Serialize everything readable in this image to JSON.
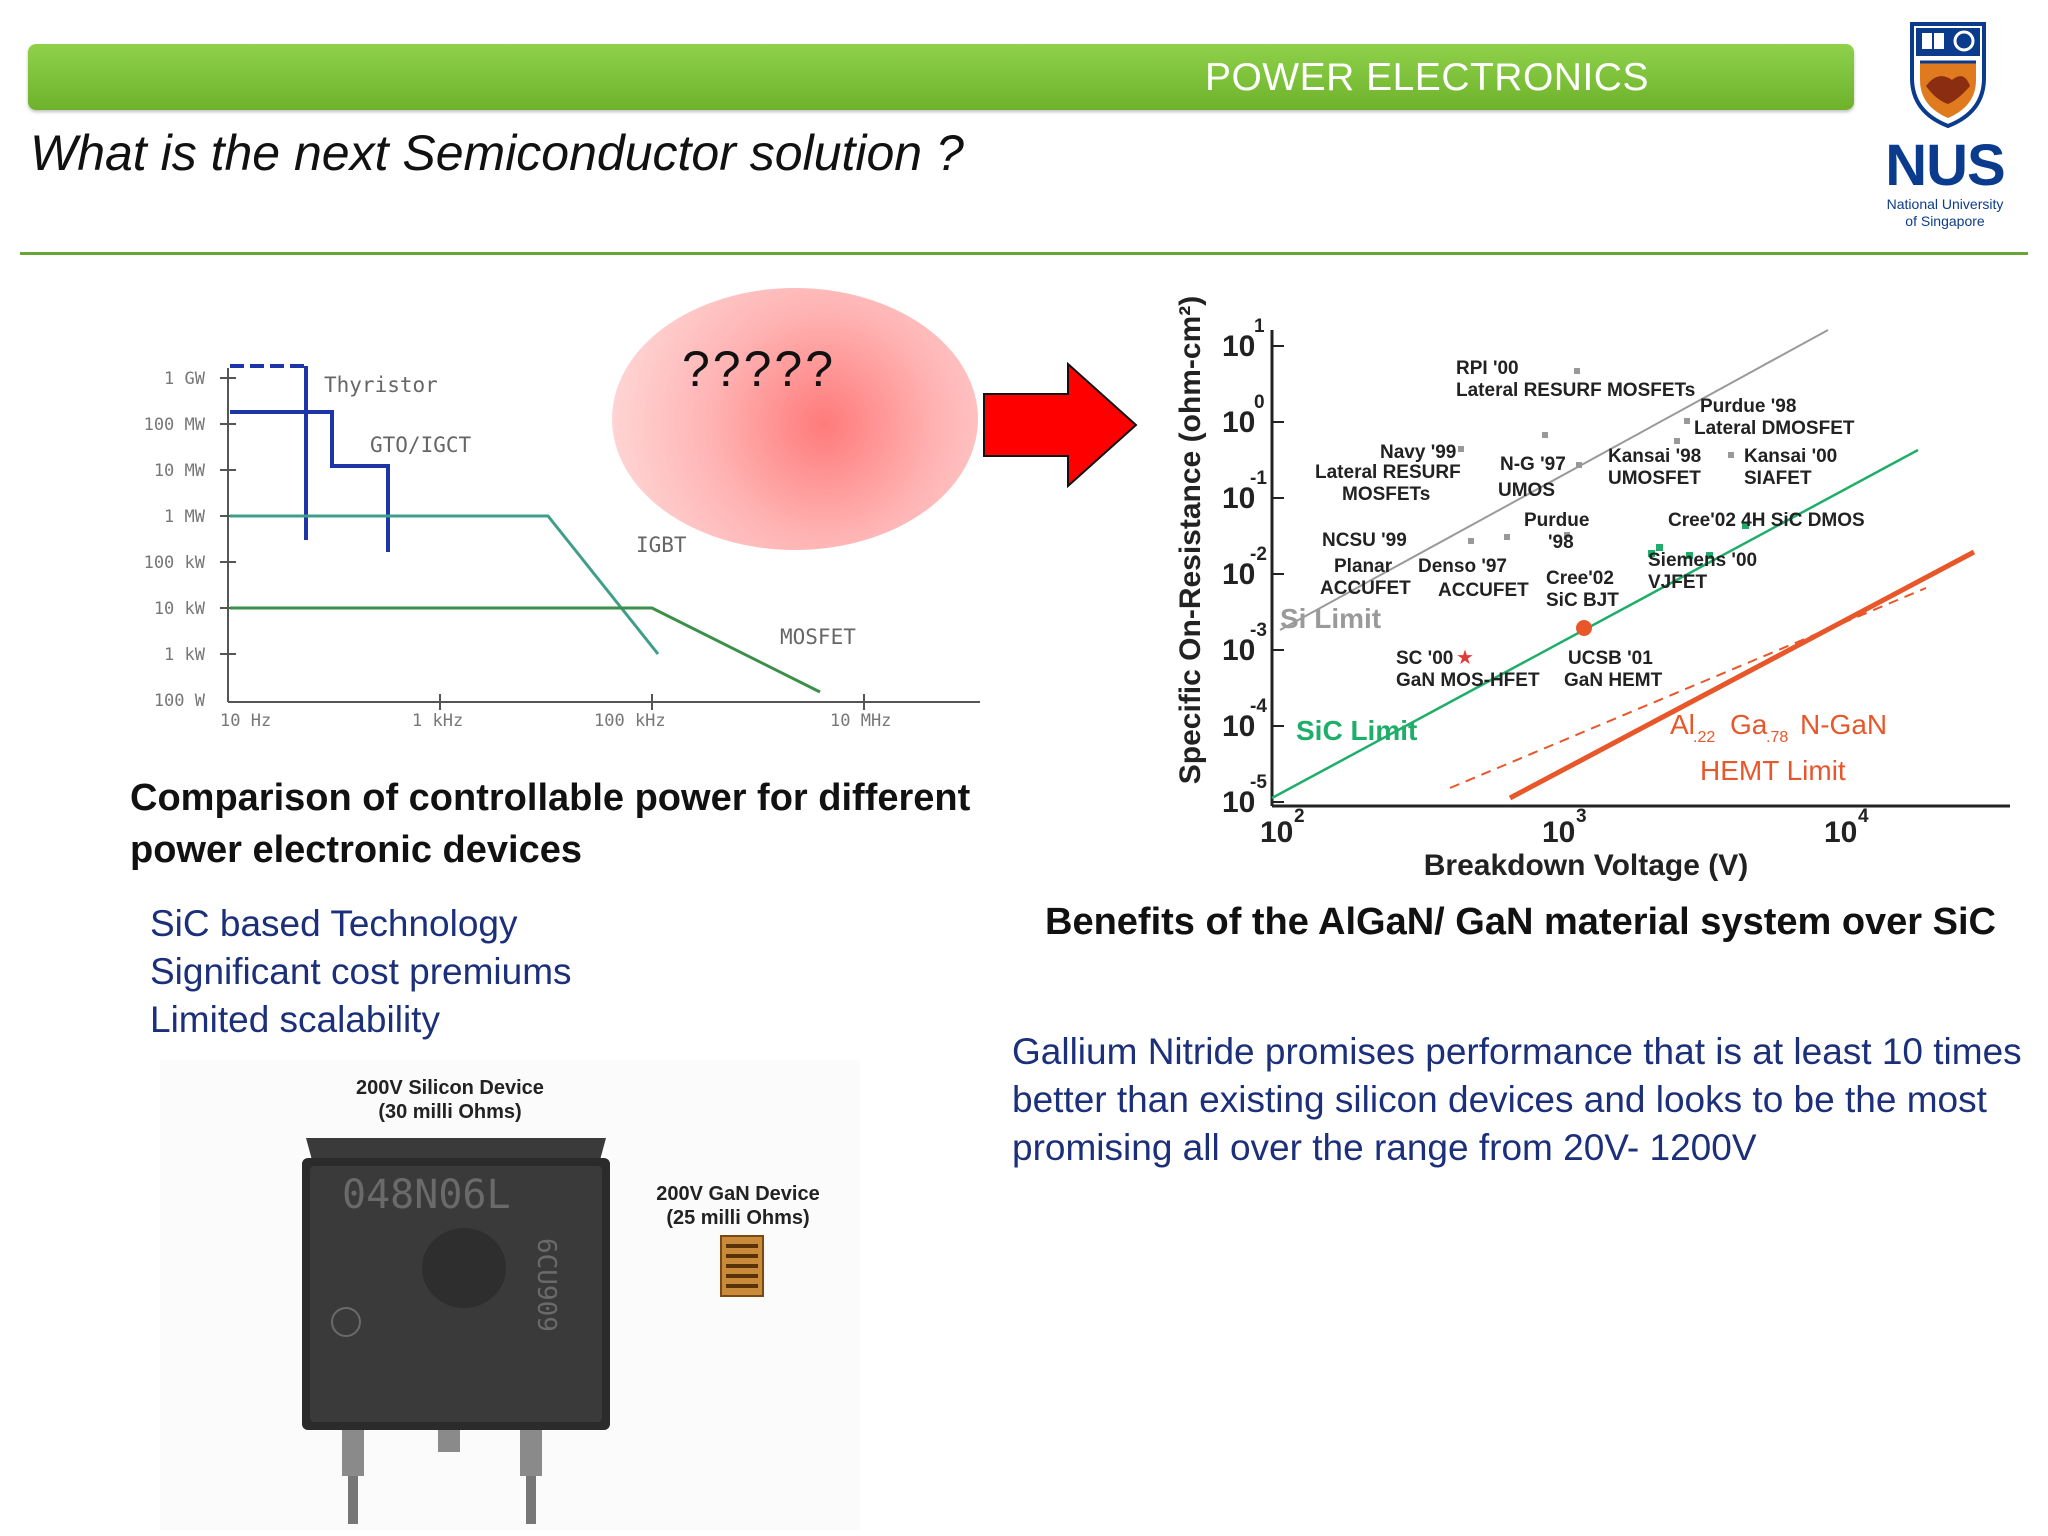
{
  "header": {
    "band_title": "POWER ELECTRONICS"
  },
  "slide": {
    "title": "What is the next Semiconductor solution ?"
  },
  "logo": {
    "wordmark": "NUS",
    "subtitle_line1": "National University",
    "subtitle_line2": "of Singapore"
  },
  "bubble": {
    "text": "?????"
  },
  "colors": {
    "band_green": "#7cc23a",
    "divider_green": "#6aa637",
    "text_blue": "#1b2f7a",
    "arrow_red": "#ff0000",
    "sic_green": "#1fae6a",
    "gan_orange": "#e8572a"
  },
  "left_chart": {
    "y_ticks": [
      "1 GW",
      "100 MW",
      "10 MW",
      "1 MW",
      "100 kW",
      "10 kW",
      "1 kW",
      "100 W"
    ],
    "x_ticks": [
      "10 Hz",
      "1 kHz",
      "100 kHz",
      "10 MHz"
    ],
    "devices": [
      "Thyristor",
      "GTO/IGCT",
      "IGBT",
      "MOSFET"
    ],
    "caption": "Comparison of controllable power for different power electronic devices"
  },
  "chart_data": {
    "type": "scatter",
    "title": "",
    "xlabel": "Breakdown Voltage (V)",
    "ylabel": "Specific On-Resistance (ohm-cm²)",
    "x_ticks": [
      "10",
      "10",
      "10"
    ],
    "x_tick_exponents": [
      "2",
      "3",
      "4"
    ],
    "y_ticks": [
      "10",
      "10",
      "10",
      "10",
      "10",
      "10",
      "10"
    ],
    "y_tick_exponents": [
      "1",
      "0",
      "-1",
      "-2",
      "-3",
      "-4",
      "-5"
    ],
    "limits": [
      "Si Limit",
      "SiC Limit",
      "Al",
      ".22",
      "Ga",
      ".78",
      "N-GaN",
      "HEMT Limit"
    ],
    "annotations": [
      "RPI '00",
      "Lateral RESURF MOSFETs",
      "Purdue '98",
      "Lateral DMOSFET",
      "Navy '99",
      "Lateral RESURF",
      "MOSFETs",
      "N-G '97",
      "UMOS",
      "Kansai '98",
      "UMOSFET",
      "Kansai '00",
      "SIAFET",
      "Purdue",
      "'98",
      "Cree'02 4H SiC DMOS",
      "NCSU '99",
      "Planar",
      "ACCUFET",
      "Denso '97",
      "ACCUFET",
      "Cree'02",
      "SiC BJT",
      "Siemens '00",
      "VJFET",
      "SC '00",
      "GaN MOS-HFET",
      "UCSB '01",
      "GaN HEMT"
    ],
    "grid": false
  },
  "benefits_caption": "Benefits of the AlGaN/ GaN material system over SiC",
  "sic_points": [
    "SiC based Technology",
    "Significant cost premiums",
    "Limited scalability"
  ],
  "gan_promise": "Gallium Nitride promises performance that is at least 10 times better than existing silicon devices and looks to be the most promising all over the range from 20V- 1200V",
  "devices_photo": {
    "si_label_1": "200V Silicon Device",
    "si_label_2": "(30 milli Ohms)",
    "gan_label_1": "200V GaN Device",
    "gan_label_2": "(25 milli Ohms)",
    "package_marking": "048N06L",
    "package_marking_2": "6CU909"
  }
}
